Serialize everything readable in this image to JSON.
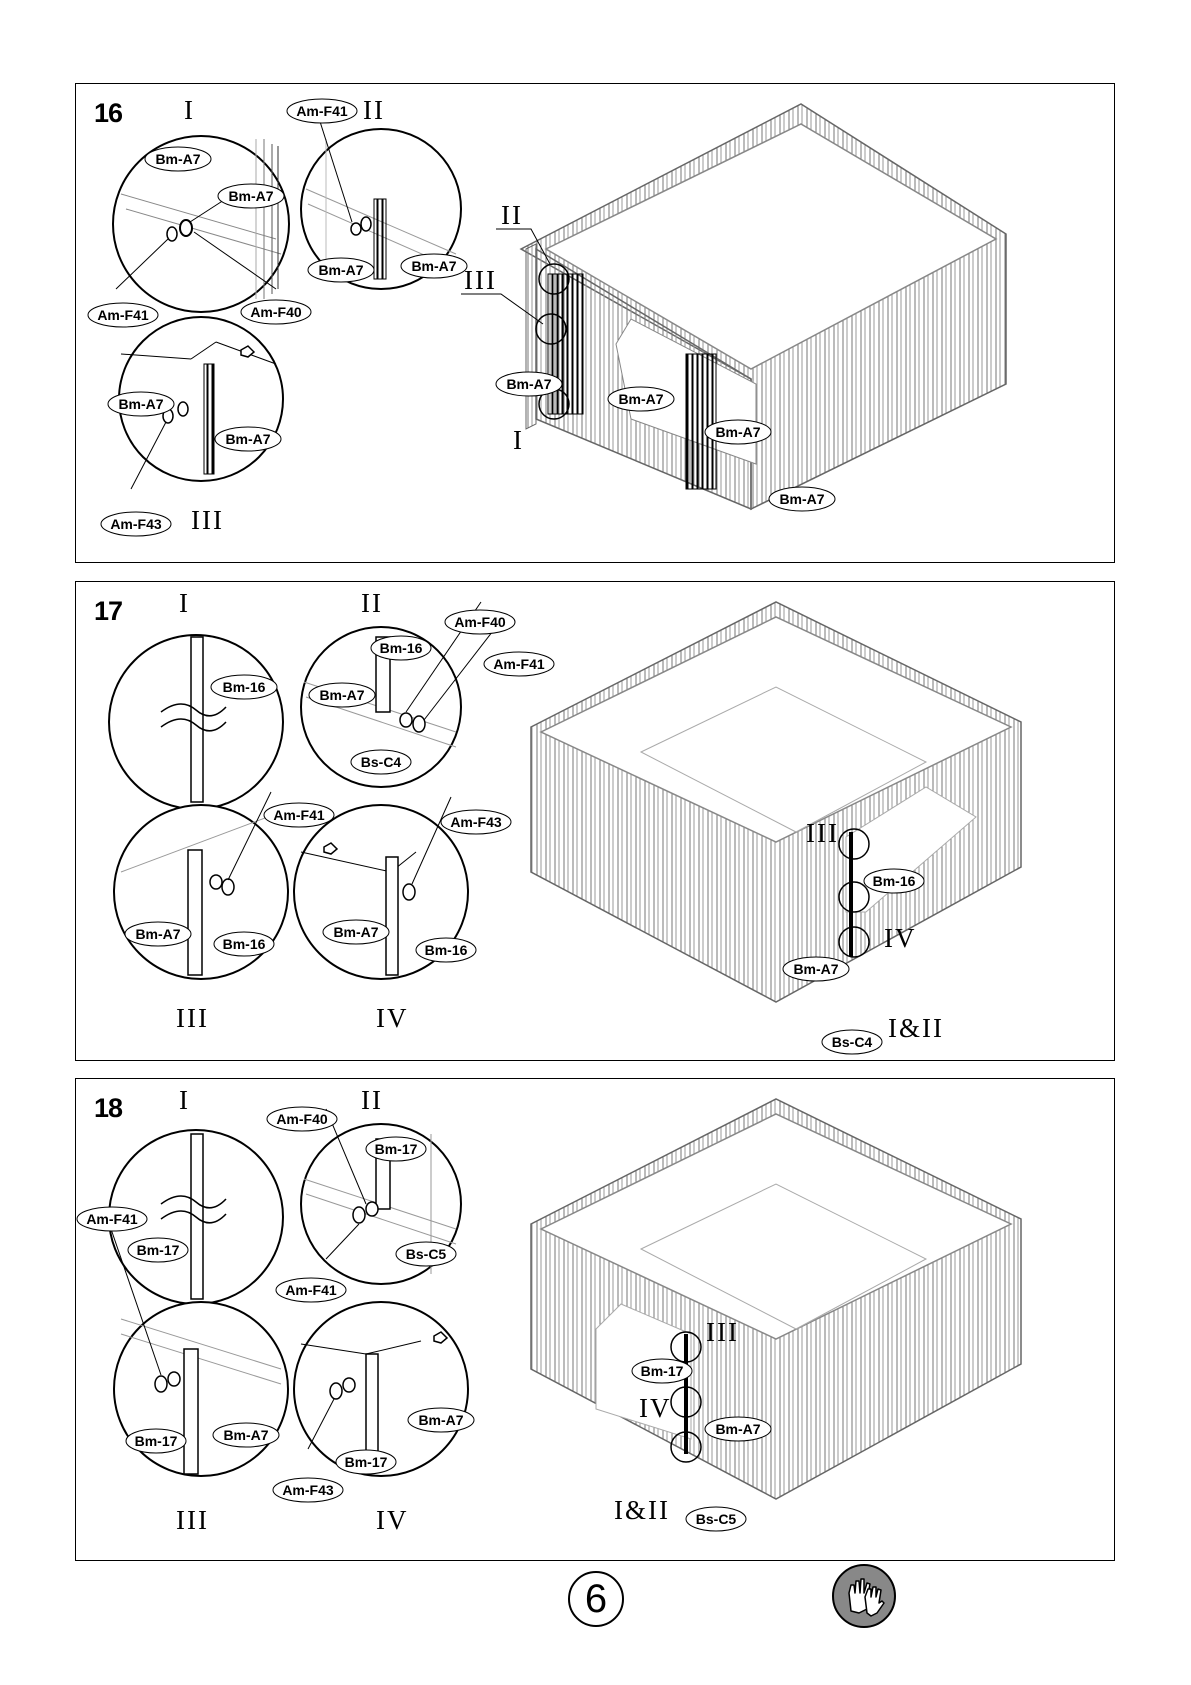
{
  "page": {
    "number": "6"
  },
  "steps": [
    {
      "number": "16",
      "romans": [
        "I",
        "II",
        "III"
      ],
      "overview_romans": [
        "II",
        "III",
        "I"
      ],
      "detail_labels": [
        "Bm-A7",
        "Bm-A7",
        "Am-F41",
        "Am-F40",
        "Am-F41",
        "Bm-A7",
        "Bm-A7",
        "Bm-A7",
        "Bm-A7",
        "Am-F43"
      ],
      "overview_labels": [
        "Bm-A7",
        "Bm-A7",
        "Bm-A7",
        "Bm-A7"
      ]
    },
    {
      "number": "17",
      "romans": [
        "I",
        "II",
        "III",
        "IV"
      ],
      "overview_romans": [
        "III",
        "IV",
        "I&II"
      ],
      "detail_labels": [
        "Bm-16",
        "Bm-16",
        "Am-F40",
        "Am-F41",
        "Bm-A7",
        "Bs-C4",
        "Am-F41",
        "Am-F43",
        "Bm-A7",
        "Bm-16",
        "Bm-A7",
        "Bm-16"
      ],
      "overview_labels": [
        "Bm-16",
        "Bm-A7",
        "Bs-C4"
      ]
    },
    {
      "number": "18",
      "romans": [
        "I",
        "II",
        "III",
        "IV"
      ],
      "overview_romans": [
        "III",
        "IV",
        "I&II"
      ],
      "detail_labels": [
        "Am-F40",
        "Bm-17",
        "Bm-17",
        "Bs-C5",
        "Am-F41",
        "Am-F41",
        "Bm-17",
        "Bm-A7",
        "Bm-A7",
        "Bm-17",
        "Am-F43"
      ],
      "overview_labels": [
        "Bm-17",
        "Bm-A7",
        "Bs-C5"
      ]
    }
  ],
  "icons": {
    "footer": "gloves-icon"
  }
}
